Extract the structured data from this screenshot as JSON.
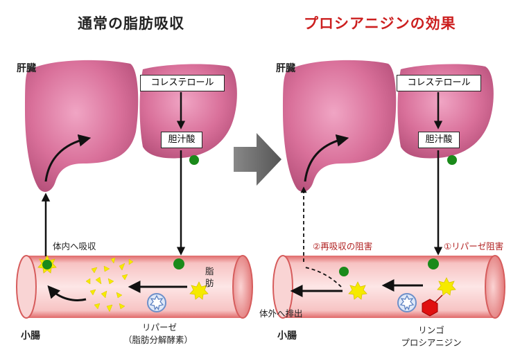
{
  "titles": {
    "left": "通常の脂肪吸収",
    "right": "プロシアニジンの効果",
    "right_color": "#cc1f1f"
  },
  "organs": {
    "liver_left": "肝臓",
    "liver_right": "肝臓",
    "intestine_left": "小腸",
    "intestine_right": "小腸"
  },
  "boxes": {
    "cholesterol_left": "コレステロール",
    "bile_left": "胆汁酸",
    "cholesterol_right": "コレステロール",
    "bile_right": "胆汁酸"
  },
  "labels": {
    "absorb_in": "体内へ吸収",
    "fat_line1": "脂",
    "fat_line2": "肪",
    "lipase_line1": "リパーゼ",
    "lipase_line2": "（脂肪分解酵素）",
    "reabsorb_block": "②再吸収の阻害",
    "lipase_block": "①リパーゼ阻害",
    "excretion": "体外へ排出",
    "apple_line1": "リンゴ",
    "apple_line2": "プロシアニジン"
  },
  "colors": {
    "liver": "#d9709a",
    "intestine": "#f8c8c8",
    "bile_dot": "#1a8a1a",
    "fat": "#f2e600",
    "lipase": "#7a9bd6",
    "procyanidin": "#e01010",
    "accent_red": "#b02020"
  },
  "icons": {
    "fat": "yellow-spiky-star",
    "lipase": "blue-gear-circle",
    "procyanidin": "red-hexagon",
    "bile_acid": "green-dot",
    "process_arrow": "gray-right-arrow"
  }
}
